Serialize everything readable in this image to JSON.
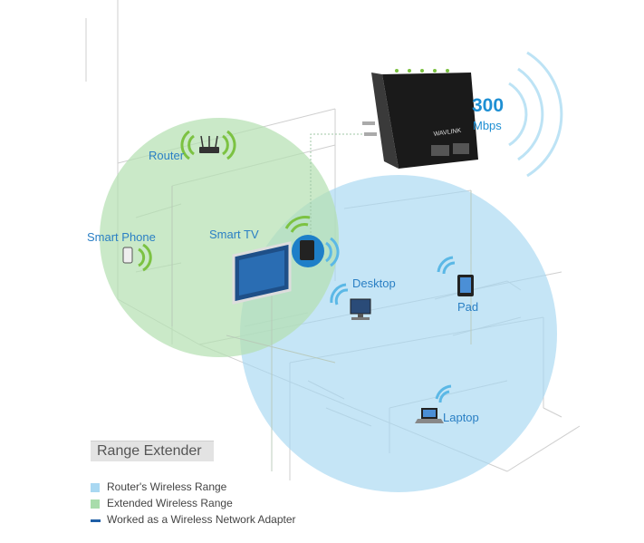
{
  "labels": {
    "router": "Router",
    "smart_phone": "Smart Phone",
    "smart_tv": "Smart TV",
    "desktop": "Desktop",
    "pad": "Pad",
    "laptop": "Laptop"
  },
  "device": {
    "brand": "WAVLINK",
    "speed_value": "300",
    "speed_unit": "Mbps"
  },
  "title": "Range Extender",
  "legend": [
    {
      "label": "Router's Wireless Range",
      "color": "#a9d8f2",
      "kind": "square"
    },
    {
      "label": "Extended Wireless Range",
      "color": "#a8dcab",
      "kind": "square"
    },
    {
      "label": "Worked as a Wireless Network Adapter",
      "color": "#1f5fa6",
      "kind": "line"
    }
  ],
  "colors": {
    "router_range": "#9ed3ef",
    "extended_range": "#b3e0b3",
    "label_blue": "#2a7fc4",
    "signal_green": "#7cc242",
    "signal_blue": "#5bb8e6"
  },
  "icons": [
    "router-icon",
    "smartphone-icon",
    "tv-icon",
    "desktop-icon",
    "tablet-icon",
    "laptop-icon",
    "wifi-signal-icon",
    "range-extender-device"
  ]
}
